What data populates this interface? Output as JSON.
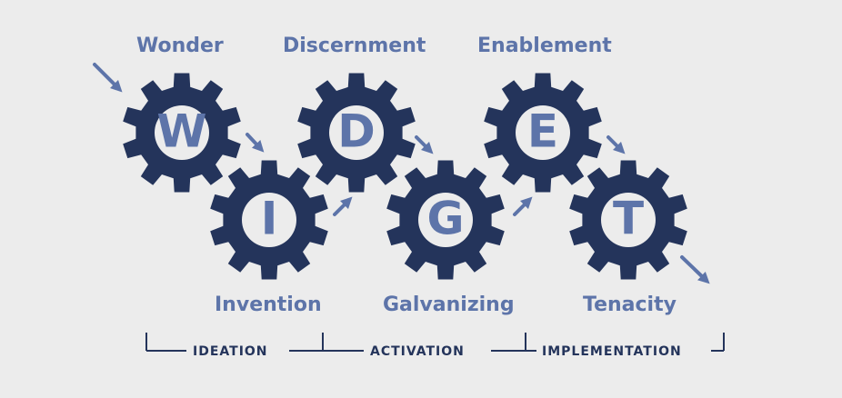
{
  "colors": {
    "background": "#ececec",
    "gear": "#24345b",
    "gear_center": "#ececec",
    "letter": "#5d74a9",
    "word": "#5d74a9",
    "arrow": "#5d74a9",
    "bracket": "#24345b"
  },
  "gears": [
    {
      "letter": "W",
      "word": "Wonder"
    },
    {
      "letter": "I",
      "word": "Invention"
    },
    {
      "letter": "D",
      "word": "Discernment"
    },
    {
      "letter": "G",
      "word": "Galvanizing"
    },
    {
      "letter": "E",
      "word": "Enablement"
    },
    {
      "letter": "T",
      "word": "Tenacity"
    }
  ],
  "phases": [
    {
      "label": "IDEATION"
    },
    {
      "label": "ACTIVATION"
    },
    {
      "label": "IMPLEMENTATION"
    }
  ]
}
